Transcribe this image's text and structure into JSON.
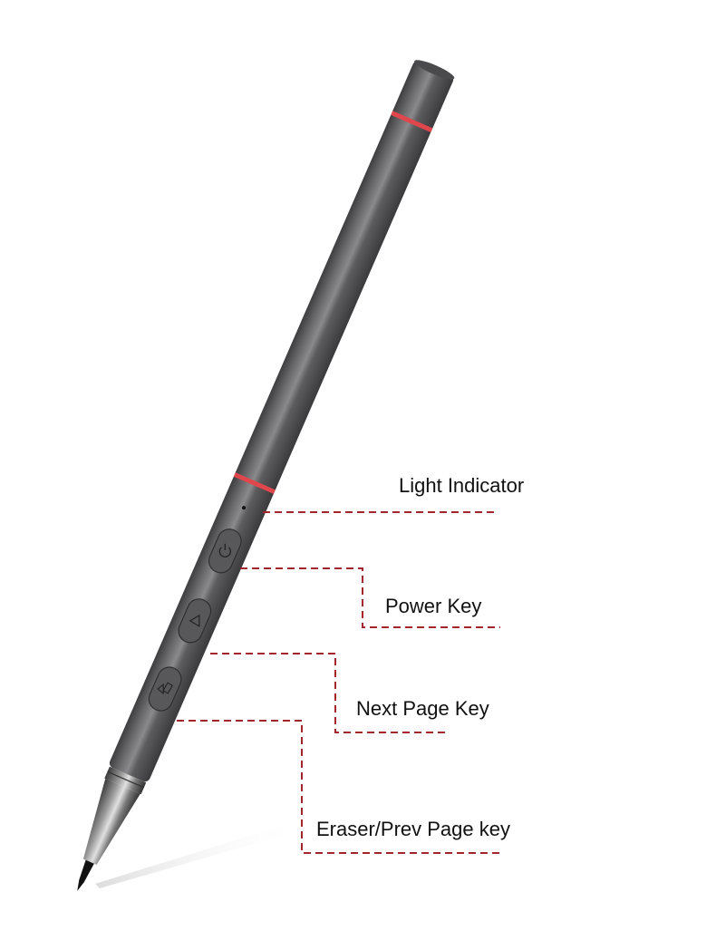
{
  "labels": {
    "light_indicator": "Light Indicator",
    "power_key": "Power Key",
    "next_page_key": "Next Page Key",
    "eraser_prev_page_key": "Eraser/Prev Page key"
  },
  "colors": {
    "callout_line": "#a3262c",
    "accent_band": "#e0474c",
    "pen_body": "#5a5a5c"
  },
  "icons": [
    "power-icon",
    "next-triangle-icon",
    "eraser-prev-icon"
  ]
}
